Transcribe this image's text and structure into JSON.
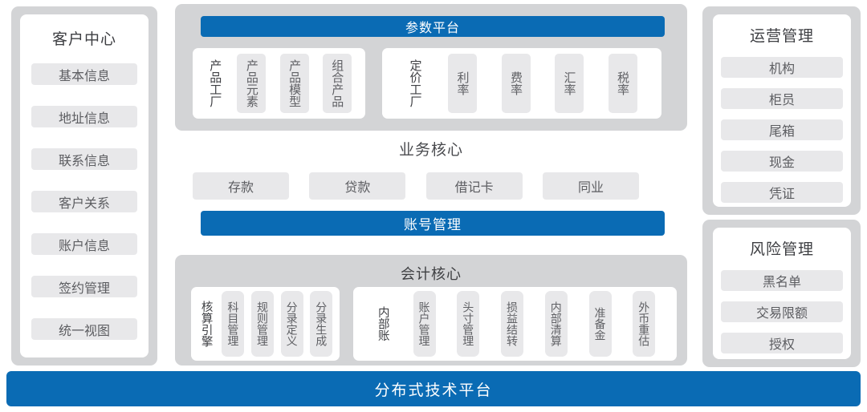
{
  "customer_center": {
    "title": "客户中心",
    "items": [
      "基本信息",
      "地址信息",
      "联系信息",
      "客户关系",
      "账户信息",
      "签约管理",
      "统一视图"
    ]
  },
  "parameter_platform": {
    "header": "参数平台",
    "groups": [
      {
        "label": "产品工厂",
        "items": [
          "产品元素",
          "产品模型",
          "组合产品"
        ]
      },
      {
        "label": "定价工厂",
        "items": [
          "利率",
          "费率",
          "汇率",
          "税率"
        ]
      }
    ]
  },
  "business_core": {
    "title": "业务核心",
    "items": [
      "存款",
      "贷款",
      "借记卡",
      "同业"
    ]
  },
  "account_management": {
    "label": "账号管理"
  },
  "accounting_core": {
    "title": "会计核心",
    "groups": [
      {
        "label": "核算引擎",
        "items": [
          "科目管理",
          "规则管理",
          "分录定义",
          "分录生成"
        ]
      },
      {
        "label": "内部账",
        "items": [
          "账户管理",
          "头寸管理",
          "损益结转",
          "内部清算",
          "准备金",
          "外币重估"
        ]
      }
    ]
  },
  "operations_management": {
    "title": "运营管理",
    "items": [
      "机构",
      "柜员",
      "尾箱",
      "现金",
      "凭证"
    ]
  },
  "risk_management": {
    "title": "风险管理",
    "items": [
      "黑名单",
      "交易限额",
      "授权"
    ]
  },
  "technology_platform": {
    "label": "分布式技术平台"
  },
  "colors": {
    "accent_blue": "#0a6bb4",
    "container_gray": "#d3d4d6",
    "pill_gray": "#e8e8ea",
    "title_text": "#3d3e42",
    "pill_text": "#5c5d61"
  }
}
